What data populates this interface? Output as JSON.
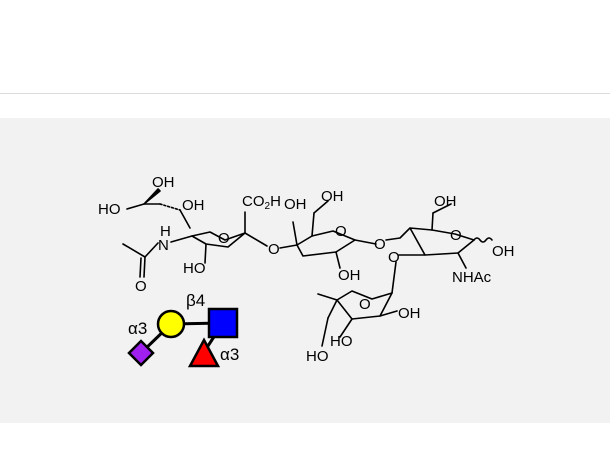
{
  "glycan": {
    "symbol_linkages": {
      "sia_gal": "α3",
      "gal_glcnac": "β4",
      "fuc_glcnac": "α3"
    },
    "symbol_colors": {
      "sialic": "#a020f0",
      "galactose": "#ffff00",
      "glcnac": "#0000ff",
      "fucose": "#ff0000"
    },
    "structure_labels": {
      "ho_left": "HO",
      "oh_top": "OH",
      "oh_sia": "OH",
      "h": "H",
      "n": "N",
      "o_acetyl": "O",
      "ho_sia_ring": "HO",
      "co2h": "CO",
      "co2h_sub": "2",
      "co2h_h": "H",
      "o_sia_ring": "O",
      "o_link1": "O",
      "oh_gal_top": "OH",
      "oh_gal_ch2": "OH",
      "o_gal_ring": "O",
      "oh_gal_bottom": "OH",
      "o_link2": "O",
      "oh_glc_ch2": "OH",
      "o_glc_ring": "O",
      "oh_anomeric": "OH",
      "nhac": "NHAc",
      "o_link3": "O",
      "o_fuc_ring": "O",
      "oh_fuc_right": "OH",
      "ho_fuc_a": "HO",
      "ho_fuc_b": "HO"
    }
  }
}
